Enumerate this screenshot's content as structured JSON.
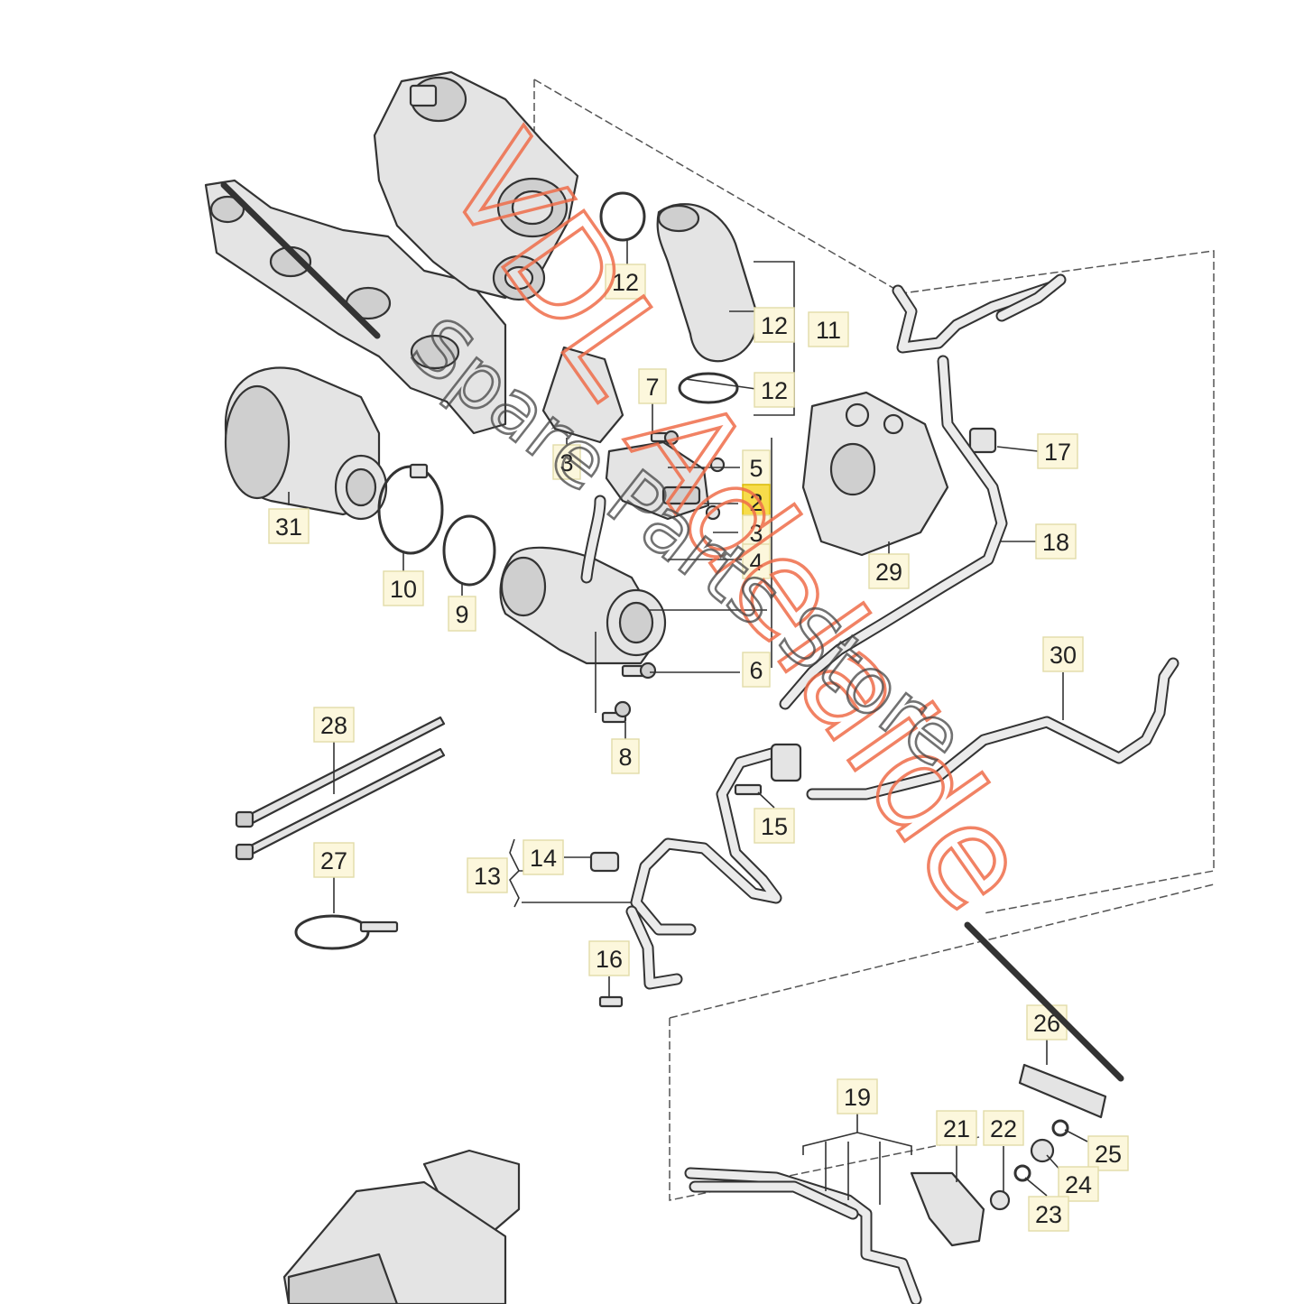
{
  "diagram": {
    "callouts": [
      {
        "id": "c-12a",
        "label": "12"
      },
      {
        "id": "c-12b",
        "label": "12"
      },
      {
        "id": "c-11",
        "label": "11"
      },
      {
        "id": "c-12c",
        "label": "12"
      },
      {
        "id": "c-7",
        "label": "7"
      },
      {
        "id": "c-3a",
        "label": "3"
      },
      {
        "id": "c-5",
        "label": "5"
      },
      {
        "id": "c-2",
        "label": "2"
      },
      {
        "id": "c-3b",
        "label": "3"
      },
      {
        "id": "c-4",
        "label": "4"
      },
      {
        "id": "c-6",
        "label": "6"
      },
      {
        "id": "c-8",
        "label": "8"
      },
      {
        "id": "c-31",
        "label": "31"
      },
      {
        "id": "c-10",
        "label": "10"
      },
      {
        "id": "c-9",
        "label": "9"
      },
      {
        "id": "c-29",
        "label": "29"
      },
      {
        "id": "c-17",
        "label": "17"
      },
      {
        "id": "c-18",
        "label": "18"
      },
      {
        "id": "c-30",
        "label": "30"
      },
      {
        "id": "c-28",
        "label": "28"
      },
      {
        "id": "c-27",
        "label": "27"
      },
      {
        "id": "c-15",
        "label": "15"
      },
      {
        "id": "c-14",
        "label": "14"
      },
      {
        "id": "c-13",
        "label": "13"
      },
      {
        "id": "c-16",
        "label": "16"
      },
      {
        "id": "c-26",
        "label": "26"
      },
      {
        "id": "c-19",
        "label": "19"
      },
      {
        "id": "c-21",
        "label": "21"
      },
      {
        "id": "c-22",
        "label": "22"
      },
      {
        "id": "c-25",
        "label": "25"
      },
      {
        "id": "c-24",
        "label": "24"
      },
      {
        "id": "c-23",
        "label": "23"
      }
    ],
    "highlight_color": "#f7dc4b"
  },
  "watermark": {
    "brand": "VDL Adelaide",
    "tagline": "Spare Parts Store",
    "brand_color": "#ef6d4a"
  }
}
